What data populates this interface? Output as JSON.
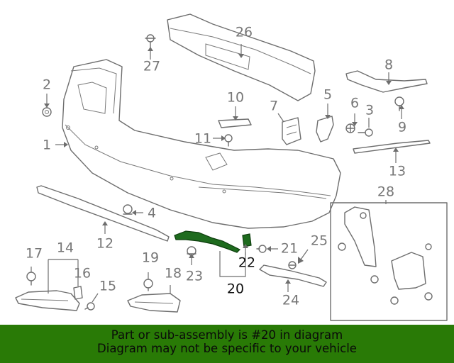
{
  "callouts": {
    "c1": "1",
    "c2": "2",
    "c3": "3",
    "c4": "4",
    "c5": "5",
    "c6": "6",
    "c7": "7",
    "c8": "8",
    "c9": "9",
    "c10": "10",
    "c11": "11",
    "c12": "12",
    "c13": "13",
    "c14": "14",
    "c15": "15",
    "c16": "16",
    "c17": "17",
    "c18": "18",
    "c19": "19",
    "c20": "20",
    "c21": "21",
    "c22": "22",
    "c23": "23",
    "c24": "24",
    "c25": "25",
    "c26": "26",
    "c27": "27",
    "c28": "28"
  },
  "highlighted_part": "20",
  "colors": {
    "highlight": "#1e6b1e",
    "banner": "#297a06",
    "line": "#6e6e6e"
  },
  "banner": {
    "line1": "Part or sub-assembly is #20 in diagram",
    "line2": "Diagram may not be specific to your vehicle"
  }
}
